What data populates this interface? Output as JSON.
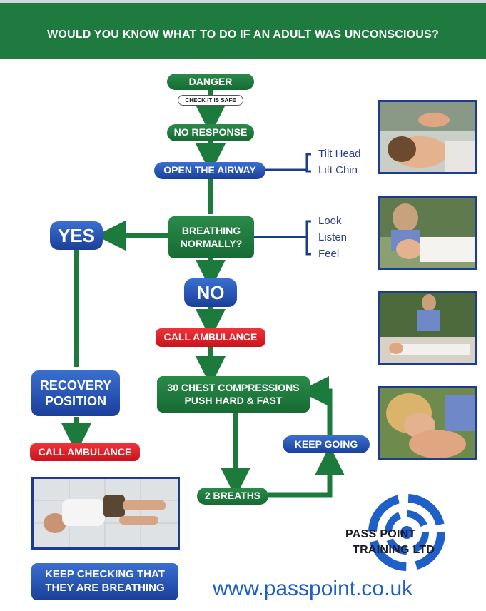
{
  "header": {
    "title": "WOULD YOU KNOW WHAT TO DO IF AN ADULT WAS UNCONSCIOUS?"
  },
  "flow": {
    "danger": "DANGER",
    "check_safe": "CHECK IT IS SAFE",
    "no_response": "NO RESPONSE",
    "open_airway": "OPEN THE AIRWAY",
    "breathing_line1": "BREATHING",
    "breathing_line2": "NORMALLY?",
    "yes": "YES",
    "no": "NO",
    "call_ambulance_main": "CALL AMBULANCE",
    "compressions_line1": "30 CHEST COMPRESSIONS",
    "compressions_line2": "PUSH HARD & FAST",
    "two_breaths": "2 BREATHS",
    "keep_going": "KEEP GOING",
    "recovery_line1": "RECOVERY",
    "recovery_line2": "POSITION",
    "call_ambulance_left": "CALL AMBULANCE",
    "keep_checking_line1": "KEEP CHECKING THAT",
    "keep_checking_line2": "THEY ARE BREATHING"
  },
  "airway_steps": [
    "Tilt Head",
    "Lift Chin"
  ],
  "breathing_checks": [
    "Look",
    "Listen",
    "Feel"
  ],
  "logo": {
    "line1": "PASS POINT",
    "line2": "TRAINING LTD"
  },
  "website": "www.passpoint.co.uk",
  "colors": {
    "green": "#1f7a3f",
    "blue": "#1a3f9a",
    "red": "#d71920",
    "website": "#1f5fc8"
  }
}
